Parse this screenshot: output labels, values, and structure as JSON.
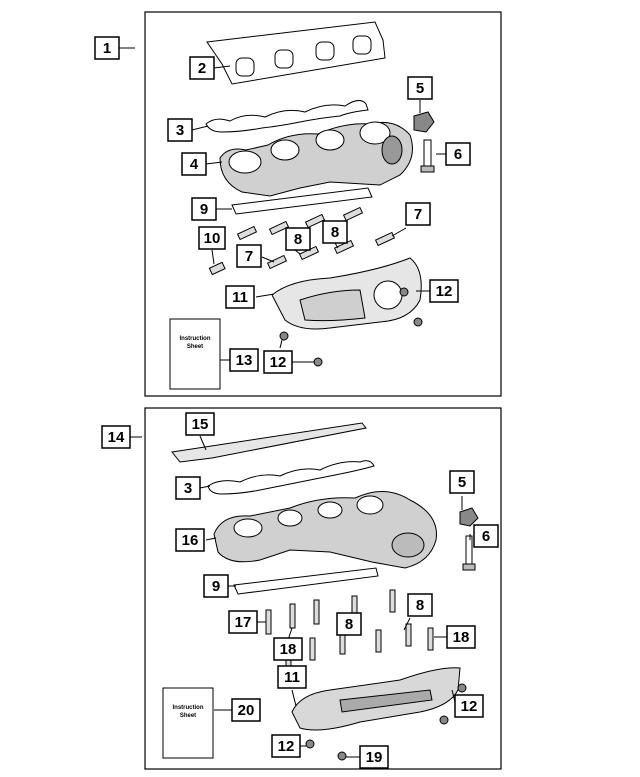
{
  "groups": [
    {
      "id": "upper",
      "assembly_callout": "1",
      "instruction_sheet": {
        "line1": "Instruction",
        "line2": "Sheet",
        "callout": "13"
      },
      "callouts": [
        "2",
        "3",
        "4",
        "5",
        "6",
        "7",
        "7",
        "8",
        "8",
        "9",
        "10",
        "11",
        "12",
        "12",
        "13"
      ]
    },
    {
      "id": "lower",
      "assembly_callout": "14",
      "instruction_sheet": {
        "line1": "Instruction",
        "line2": "Sheet",
        "callout": "20"
      },
      "callouts": [
        "15",
        "3",
        "5",
        "6",
        "16",
        "9",
        "17",
        "8",
        "8",
        "18",
        "18",
        "11",
        "12",
        "12",
        "19",
        "20"
      ]
    }
  ],
  "labels": {
    "c1": "1",
    "c2": "2",
    "c3a": "3",
    "c4": "4",
    "c5a": "5",
    "c6a": "6",
    "c7a": "7",
    "c7b": "7",
    "c8a": "8",
    "c8b": "8",
    "c9a": "9",
    "c10": "10",
    "c11a": "11",
    "c12a": "12",
    "c12b": "12",
    "c13": "13",
    "c14": "14",
    "c15": "15",
    "c3b": "3",
    "c5b": "5",
    "c6b": "6",
    "c16": "16",
    "c9b": "9",
    "c17": "17",
    "c8c": "8",
    "c8d": "8",
    "c18a": "18",
    "c18b": "18",
    "c11b": "11",
    "c12c": "12",
    "c12d": "12",
    "c19": "19",
    "c20": "20",
    "sheet1_line1": "Instruction",
    "sheet1_line2": "Sheet",
    "sheet2_line1": "Instruction",
    "sheet2_line2": "Sheet"
  }
}
